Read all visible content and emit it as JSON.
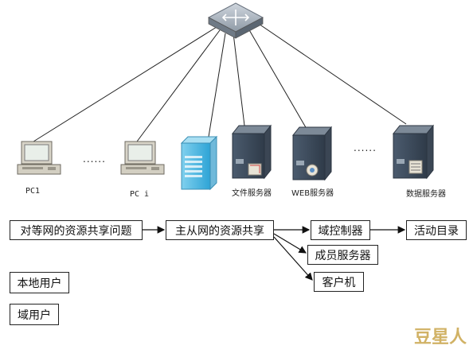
{
  "network": {
    "hub_name": "switch",
    "nodes": [
      {
        "key": "pc1",
        "label": "PC1"
      },
      {
        "key": "pci",
        "label": "PC i"
      },
      {
        "key": "server_blue",
        "label": ""
      },
      {
        "key": "file_server",
        "label": "文件服务器"
      },
      {
        "key": "web_server",
        "label": "WEB服务器"
      },
      {
        "key": "db_server",
        "label": "数据服务器"
      }
    ],
    "ellipsis": "......"
  },
  "concepts": {
    "peer": "对等网的资源共享问题",
    "cs": "主从网的资源共享",
    "domain_controller": "域控制器",
    "active_directory": "活动目录",
    "member_server": "成员服务器",
    "client": "客户机",
    "local_user": "本地用户",
    "domain_user": "域用户"
  },
  "watermark": "豆星人"
}
